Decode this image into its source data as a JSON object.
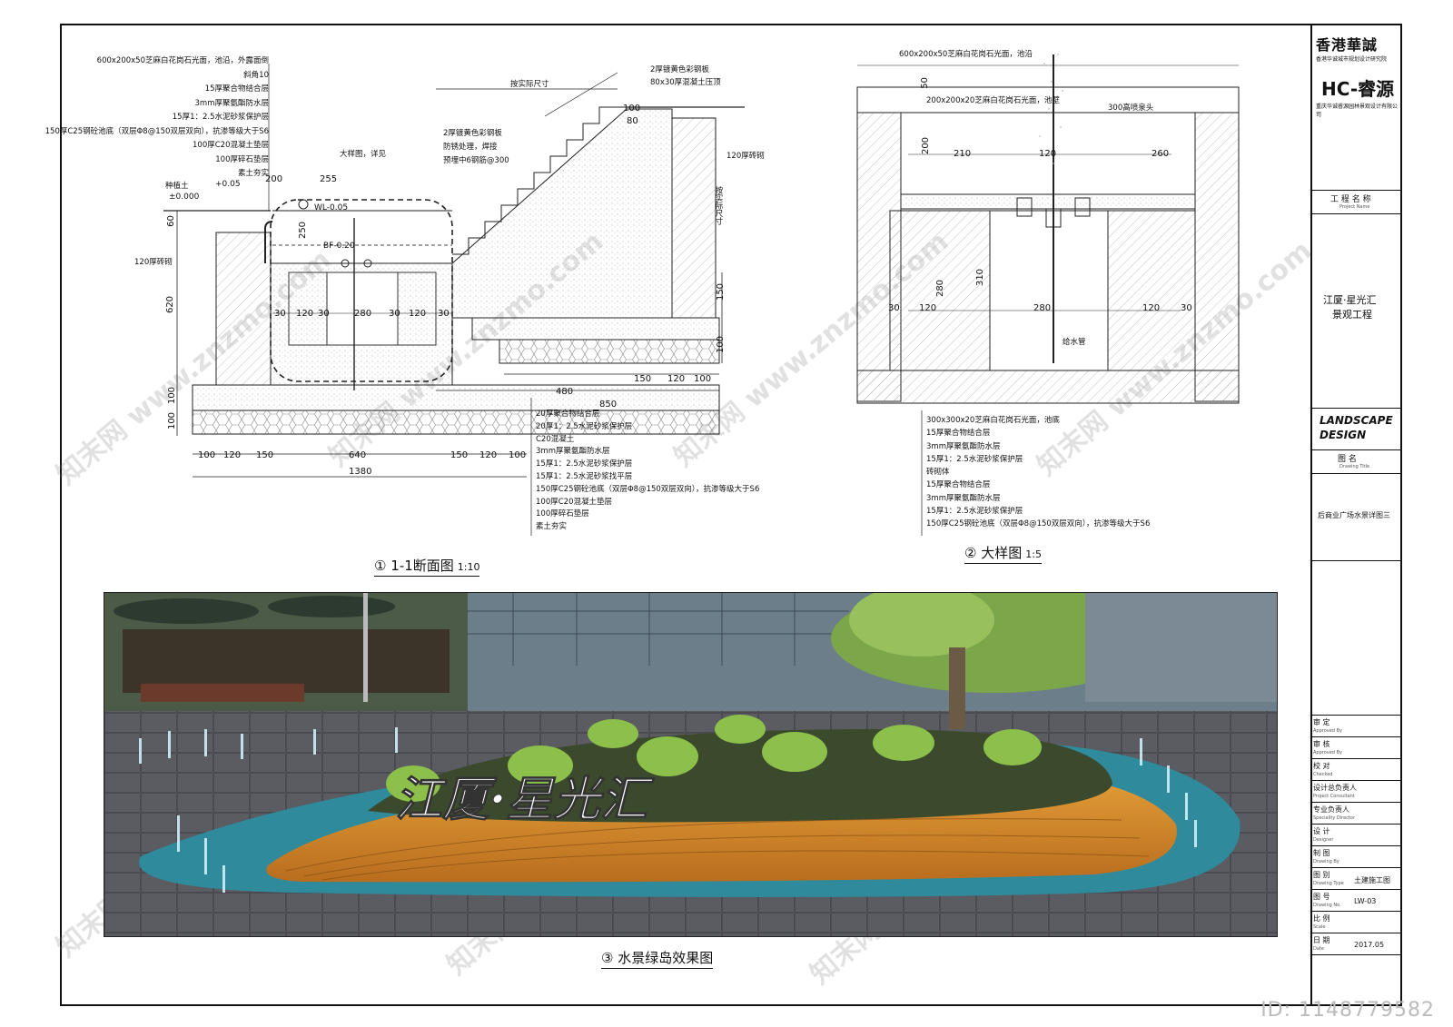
{
  "titleblock": {
    "company_cn": "香港華誠",
    "company_sub": "香港华诚城市规划设计研究院",
    "logo2": "HC-睿源",
    "company2": "重庆华诚睿源园林景观设计有限公司",
    "project_label": "工 程 名 称",
    "project_label_en": "Project Name",
    "project_name_1": "江厦·星光汇",
    "project_name_2": "景观工程",
    "design_line1": "LANDSCAPE",
    "design_line2": "DESIGN",
    "drawing_title_label": "图    名",
    "drawing_title_label_en": "Drawing Title",
    "drawing_title": "后商业广场水景详图三",
    "rows": [
      {
        "cn": "审    定",
        "en": "Approved By",
        "val": ""
      },
      {
        "cn": "审    核",
        "en": "Approved By",
        "val": ""
      },
      {
        "cn": "校    对",
        "en": "Checked",
        "val": ""
      },
      {
        "cn": "设计总负责人",
        "en": "Project Consultant",
        "val": ""
      },
      {
        "cn": "专业负责人",
        "en": "Speciality Director",
        "val": ""
      },
      {
        "cn": "设    计",
        "en": "Designer",
        "val": ""
      },
      {
        "cn": "制    图",
        "en": "Drawing By",
        "val": ""
      },
      {
        "cn": "图    别",
        "en": "Drawing Type",
        "val": "土建施工图"
      },
      {
        "cn": "图    号",
        "en": "Drawing No.",
        "val": "LW-03"
      },
      {
        "cn": "比    例",
        "en": "Scale",
        "val": ""
      },
      {
        "cn": "日    期",
        "en": "Date",
        "val": "2017.05"
      }
    ]
  },
  "captions": {
    "section": {
      "num": "①",
      "title": "1-1断面图",
      "scale": "1:10"
    },
    "detail": {
      "num": "②",
      "title": "大样图",
      "scale": "1:5"
    },
    "render": {
      "num": "③",
      "title": "水景绿岛效果图"
    }
  },
  "section": {
    "top_layers": [
      "600x200x50芝麻白花岗石光面，池沿，外露面倒斜角10",
      "15厚聚合物结合层",
      "3mm厚聚氨酯防水层",
      "15厚1：2.5水泥砂浆保护层",
      "150厚C25钢砼池底（双层Φ8@150双层双向），抗渗等级大于S6",
      "100厚C20混凝土垫层",
      "100厚碎石垫层",
      "素土夯实"
    ],
    "bottom_layers": [
      "20厚聚合物结合层",
      "20厚1：2.5水泥砂浆保护层",
      "C20混凝土",
      "3mm厚聚氨酯防水层",
      "15厚1：2.5水泥砂浆保护层",
      "15厚1：2.5水泥砂浆找平层",
      "150厚C25钢砼池底（双层Φ8@150双层双向），抗渗等级大于S6",
      "100厚C20混凝土垫层",
      "100厚碎石垫层",
      "素土夯实"
    ],
    "right_notes": [
      "2厚镀黄色彩钢板",
      "80x30厚混凝土压顶",
      "2厚镀黄色彩钢板",
      "防锈处理，焊接",
      "预埋中6钢筋@300",
      "按实际尺寸",
      "120厚砖砌",
      "按实际尺寸"
    ],
    "left_notes": [
      "种植土",
      "±0.000",
      "+0.05",
      "120厚砖砌",
      "大样图，详见",
      "WL-0.05",
      "BF-0.20"
    ],
    "dims_bottom": [
      "100",
      "120",
      "150",
      "640",
      "150",
      "120",
      "100"
    ],
    "dim_total": "1380",
    "dims_inner": [
      "30",
      "120",
      "30",
      "280",
      "30",
      "120",
      "30"
    ],
    "dims_right": [
      "480",
      "850",
      "150",
      "120",
      "100"
    ],
    "dims_top": [
      "200",
      "255",
      "100",
      "80"
    ],
    "dims_vert": [
      "60",
      "620",
      "250",
      "100",
      "100",
      "150",
      "100"
    ]
  },
  "detail": {
    "top_note": "600x200x50芝麻白花岗石光面，池沿",
    "mid_note": "200x200x20芝麻白花岗石光面，池壁",
    "nozzle_note": "300高喷泉头",
    "pipe_note": "给水管",
    "layers": [
      "300x300x20芝麻白花岗石光面，池底",
      "15厚聚合物结合层",
      "3mm厚聚氨酯防水层",
      "15厚1：2.5水泥砂浆保护层",
      "砖砌体",
      "15厚聚合物结合层",
      "3mm厚聚氨酯防水层",
      "15厚1：2.5水泥砂浆保护层",
      "150厚C25钢砼池底（双层Φ8@150双层双向），抗渗等级大于S6"
    ],
    "dims": [
      "50",
      "200",
      "210",
      "120",
      "260",
      "280",
      "310",
      "30",
      "120",
      "280",
      "120",
      "30"
    ]
  },
  "render": {
    "sign_text": "江厦·星光汇"
  },
  "watermark": "知末网 www.znzmo.com",
  "id_text": "ID: 1148779582"
}
